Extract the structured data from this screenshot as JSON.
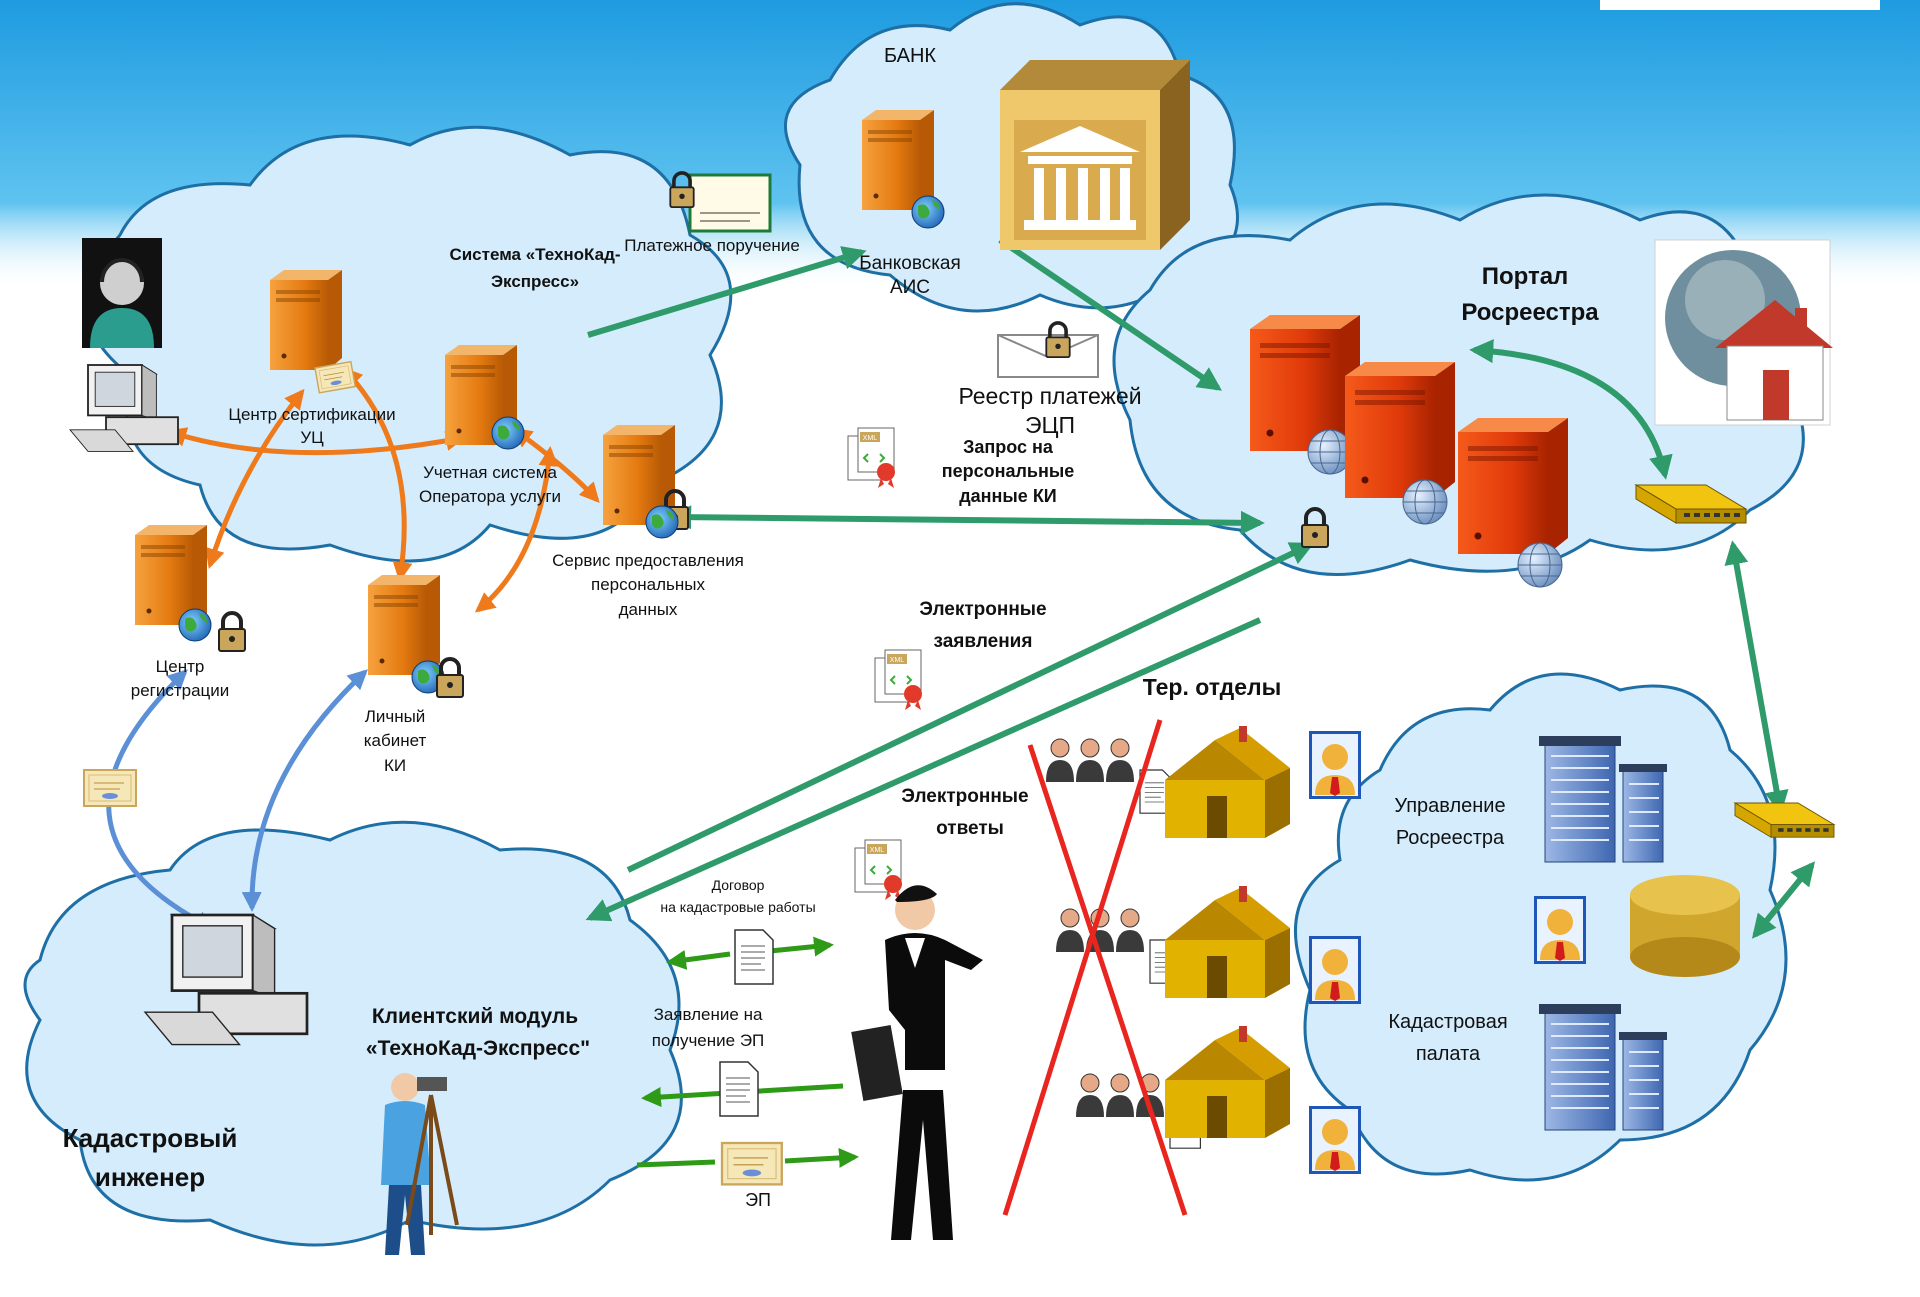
{
  "labels": {
    "bank": "БАНК",
    "bank_ais_1": "Банковская",
    "bank_ais_2": "АИС",
    "payment_order": "Платежное поручение",
    "system_1": "Система «ТехноКад-",
    "system_2": "Экспресс»",
    "cert_center_1": "Центр сертификации",
    "cert_center_2": "УЦ",
    "accounting_1": "Учетная система",
    "accounting_2": "Оператора услуги",
    "pd_service_1": "Сервис предоставления",
    "pd_service_2": "персональных",
    "pd_service_3": "данных",
    "reg_center_1": "Центр",
    "reg_center_2": "регистрации",
    "cabinet_1": "Личный",
    "cabinet_2": "кабинет",
    "cabinet_3": "КИ",
    "portal_1": "Портал",
    "portal_2": "Росреестра",
    "registry_1": "Реестр платежей",
    "registry_2": "ЭЦП",
    "request_1": "Запрос на",
    "request_2": "персональные",
    "request_3": "данные КИ",
    "e_applications_1": "Электронные",
    "e_applications_2": "заявления",
    "ter_depts": "Тер. отделы",
    "e_answers_1": "Электронные",
    "e_answers_2": "ответы",
    "contract_1": "Договор",
    "contract_2": "на кадастровые работы",
    "ep_request_1": "Заявление на",
    "ep_request_2": "получение ЭП",
    "ep": "ЭП",
    "client_1": "Клиентский модуль",
    "client_2": "«ТехноКад-Экспресс\"",
    "engineer_1": "Кадастровый",
    "engineer_2": "инженер",
    "management_1": "Управление",
    "management_2": "Росреестра",
    "chamber_1": "Кадастровая",
    "chamber_2": "палата"
  },
  "icons": [
    "server-icon",
    "globe-icon",
    "lock-icon",
    "bank-building-icon",
    "workstation-icon",
    "operator-headset-icon",
    "network-switch-icon",
    "database-icon",
    "office-building-icon",
    "house-icon",
    "user-icon",
    "people-group-icon",
    "xml-document-icon",
    "certificate-icon",
    "envelope-icon",
    "document-icon",
    "businesswoman-icon",
    "surveyor-icon",
    "portal-home-icon"
  ],
  "colors": {
    "sky": "#2aa6e6",
    "cloud": "#d4ecfb",
    "cloud_stroke": "#1d6fa5",
    "orange_link": "#ee7a1c",
    "green_link": "#2f9a6a",
    "blue_link": "#5b8fd6",
    "flow_green": "#2e9a18",
    "cross": "#e8251e"
  }
}
